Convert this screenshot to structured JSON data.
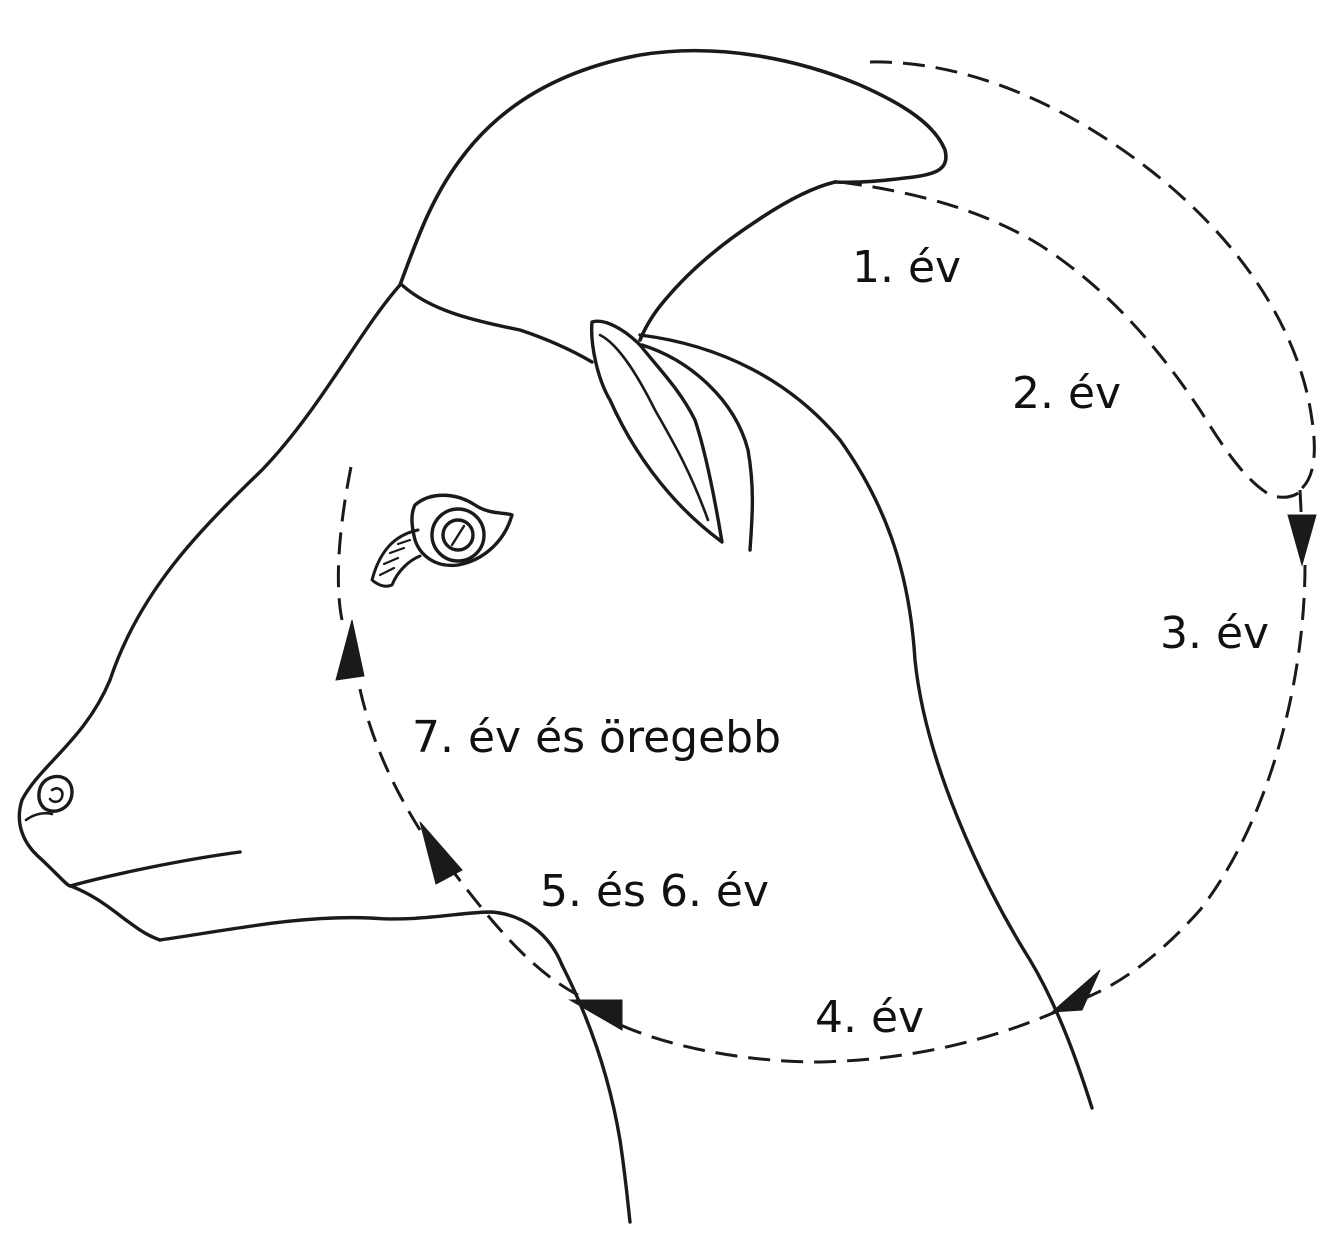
{
  "labels": {
    "year1": "1. év",
    "year2": "2. év",
    "year3": "3. év",
    "year4": "4. év",
    "year5_6": "5. és 6. év",
    "year7": "7. év és öregebb"
  },
  "colors": {
    "ink": "#1a1a1a",
    "background": "#ffffff"
  }
}
